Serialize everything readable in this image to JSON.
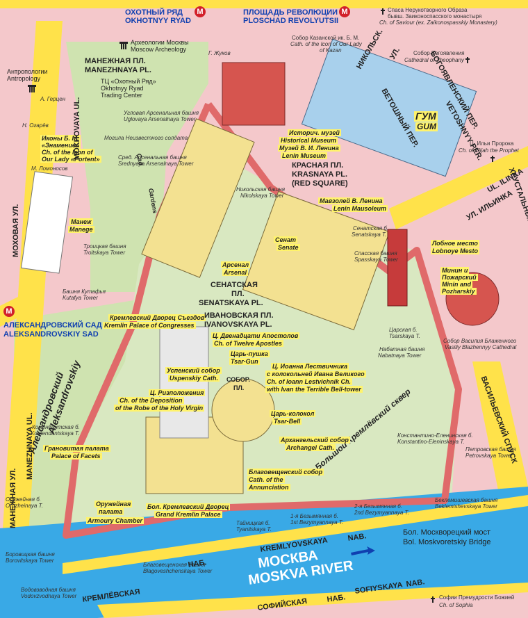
{
  "colors": {
    "background": "#f4c8cb",
    "park": "#cfe3b0",
    "road": "#ffe24a",
    "river": "#39a9e6",
    "wall": "#e06a6a",
    "building": "#f3e191",
    "metro": "#d2202a",
    "metro_text": "#1040b0"
  },
  "metro": {
    "okhotny_ru": "ОХОТНЫЙ РЯД",
    "okhotny_en": "OKHOTNYY RYAD",
    "revolution_ru": "ПЛОЩАДЬ РЕВОЛЮЦИИ",
    "revolution_en": "PLOSCHAD REVOLYUTSII",
    "aleks_ru": "АЛЕКСАНДРОВСКИЙ САД",
    "aleks_en": "ALEKSANDROVSKIY SAD",
    "symbol": "M"
  },
  "labels": {
    "saviour_ru": "Спаса Нерукотворного Образа",
    "saviour_ru2": "бывш. Заиконоспасского монастыря",
    "saviour_en": "Ch. of Saviour (ex. Zaikonospasskiy Monastery)",
    "theophany_ru": "Собор Богоявления",
    "theophany_en": "Cathedral of Theophany",
    "archeology_ru": "Археологии Москвы",
    "archeology_en": "Moscow Archeology",
    "manezhnaya_ru": "МАНЕЖНАЯ ПЛ.",
    "manezhnaya_en": "MANEZHNAYA PL.",
    "okhotny_tc_ru": "ТЦ «Охотный Ряд»",
    "okhotny_tc_en1": "Okhotnyy Ryad",
    "okhotny_tc_en2": "Trading Center",
    "anthropology_ru": "Антропологии",
    "anthropology_en": "Antropology",
    "gertsen": "А. Герцен",
    "ogarev": "Н. Огарёв",
    "lomonosov": "М. Ломоносов",
    "kazan_ru": "Собор Казанской ик. Б. М.",
    "kazan_en1": "Cath. of the Icon of Our Lady",
    "kazan_en2": "of Kazan",
    "zhukov": "Г. Жуков",
    "znamenie_ru": "Иконы Б. М.",
    "znamenie_ru2": "«Знамение»",
    "znamenie_en1": "Ch. of the Icon of",
    "znamenie_en2": "Our Lady «Portent»",
    "uglovaya_ru": "Угловая Арсенальная башня",
    "uglovaya_en": "Uglovaya Arsenalnaya Tower",
    "unknown_soldier": "Могила Неизвестного солдата",
    "sredn_ru": "Сред. Арсенальная башня",
    "sredn_en": "Srednyaya Arsenalnaya Tower",
    "hist_ru1": "Историч. музей",
    "hist_en": "Historical Museum",
    "lenin_mus_ru": "Музей В. И. Ленина",
    "lenin_mus_en": "Lenin Museum",
    "red_sq_ru": "КРАСНАЯ ПЛ.",
    "red_sq_en1": "KRASNAYA PL.",
    "red_sq_en2": "(RED SQUARE)",
    "gum_ru": "ГУМ",
    "gum_en": "GUM",
    "elijah_ru": "Ц. Ильи Пророка",
    "elijah_en": "Ch. of Elijah the Prophet",
    "nikol_tower_ru": "Никольская башня",
    "nikol_tower_en": "Nikolskaya Tower",
    "mausoleum_ru": "Мавзолей В. Ленина",
    "mausoleum_en": "Lenin Mausoleum",
    "senat_tower_ru": "Сенатская б.",
    "senat_tower_en": "Senatskaya T.",
    "spass_tower_ru": "Спасская башня",
    "spass_tower_en": "Spasskaya Tower",
    "lobnoe_ru": "Лобное место",
    "lobnoe_en": "Lobnoye Mesto",
    "minin_ru1": "Минин и",
    "minin_ru2": "Пожарский",
    "minin_en1": "Minin and",
    "minin_en2": "Pozharskiy",
    "manege_ru": "Манеж",
    "manege_en": "Manege",
    "garden_1": "Сад",
    "garden_2": "Gardens",
    "troitskaya_ru": "Троицкая башня",
    "troitskaya_en": "Troitskaya Tower",
    "kutafya_ru": "Башня Кутафья",
    "kutafya_en": "Kutafya Tower",
    "arsenal_ru": "Арсенал",
    "arsenal_en": "Arsenal",
    "senat_ru": "Сенат",
    "senat_en": "Senate",
    "senat_sq_ru": "СЕНАТСКАЯ",
    "senat_sq_ru2": "ПЛ.",
    "senat_sq_en": "SENATSKAYA PL.",
    "congress_ru": "Кремлевский Дворец Съездов",
    "congress_en": "Kremlin Palace of Congresses",
    "ivan_sq_ru": "ИВАНОВСКАЯ ПЛ.",
    "ivan_sq_en": "IVANOVSKAYA PL.",
    "twelve_ru": "Ц. Двенадцати Апостолов",
    "twelve_en": "Ch. of Twelve Apostles",
    "tsar_cannon_ru": "Царь-пушка",
    "tsar_cannon_en": "Tsar-Gun",
    "uspensky_ru": "Успенский собор",
    "uspensky_en": "Uspenskiy Cath.",
    "sobor_pl_1": "СОБОР.",
    "sobor_pl_2": "ПЛ.",
    "ioann_ru1": "Ц. Иоанна Лествичника",
    "ioann_ru2": "с колокольней Ивана Великого",
    "ioann_en1": "Ch. of Ioann Lestvichnik Ch.",
    "ioann_en2": "with Ivan the Terrible Bell-tower",
    "tsarskaya_ru": "Царская б.",
    "tsarskaya_en": "Tsarskaya T.",
    "basil_ru": "Собор Василия Блаженного",
    "basil_en": "Vasiliy Blazhennyy Cathedral",
    "nabatnaya_ru": "Набатная башня",
    "nabatnaya_en": "Nabatnaya Tower",
    "robe_ru": "Ц. Ризположения",
    "robe_en1": "Ch. of the Deposition",
    "robe_en2": "of the Robe of the Holy Virgin",
    "tsar_bell_ru": "Царь-колокол",
    "tsar_bell_en": "Tsar-Bell",
    "alex_garden_ru": "Александровский",
    "alex_garden_en": "Aleksandrovskiy",
    "big_kremlin_sq": "Большой Кремлёвский сквер",
    "komend_ru": "Комендантская б.",
    "komend_en": "Komendantskaya T.",
    "facets_ru": "Грановитая палата",
    "facets_en": "Palace of Facets",
    "archangel_ru": "Архангельский собор",
    "archangel_en": "Archangel Cath.",
    "konst_ru": "Константино-Еленинская б.",
    "konst_en": "Konstantino-Eleninskaya T.",
    "petrov_ru": "Петровская башня",
    "petrov_en": "Petrovskaya Tower",
    "annunc_ru": "Благовещенский собор",
    "annunc_en1": "Cath. of the",
    "annunc_en2": "Annunciation",
    "oruzh_t_ru": "Оружейная б.",
    "oruzh_t_en": "Oruzheinaya T.",
    "armoury_ru1": "Оружейная",
    "armoury_ru2": "палата",
    "armoury_en": "Armoury Chamber",
    "gkp_ru": "Бол. Кремлевский Дворец",
    "gkp_en": "Grand Kremlin Palace",
    "tainitskaya_ru": "Тайницкая б.",
    "tainitskaya_en": "Tyanitskaya T.",
    "bez1_ru": "1-я Безымянная б.",
    "bez1_en": "1st Bezymyannaya T.",
    "bez2_ru": "2-я Безымянная б.",
    "bez2_en": "2nd Bezymyannaya T.",
    "beklem_ru": "Беклемишевская башня",
    "beklem_en": "Beklemishevskaya Tower",
    "bridge_ru": "Бол. Москворецкий мост",
    "bridge_en": "Bol. Moskvoretskiy Bridge",
    "borov_ru": "Боровицкая башня",
    "borov_en": "Borovitskaya Tower",
    "blagov_ru": "Благовещенская башня",
    "blagov_en": "Blagoveshchenskaya Tower",
    "vodov_ru": "Водовзводная башня",
    "vodov_en": "Vodovzvodnaya Tower",
    "sophia_ru": "Софии Премудрости Божией",
    "sophia_en": "Ch. of Sophia",
    "river_ru": "МОСКВА",
    "river_en": "MOSKVA RIVER"
  },
  "streets": {
    "mokhovaya_en": "MOKHOVAYA UL.",
    "mokhovaya_ru": "МОХОВАЯ УЛ.",
    "nikol_ru": "НИКОЛЬСК.",
    "nikol_ru2": "УЛ.",
    "bogoyav": "БОГОЯВЛЕНСКИЙ ПЕР.",
    "vetoshny_ru": "ВЕТОШНЫЙ ПЕР.",
    "vetoshny_en": "VETOSHNYY PER.",
    "ilyinka_ru": "УЛ. ИЛЬИНКА",
    "ilyinka_en": "UL. ILINKA",
    "khrust": "ХРУСТАЛЬНЫЙ ПЕР.",
    "manezh_ul_ru": "МАНЕЖНАЯ УЛ.",
    "manezh_ul_en": "MANEZHNAYA UL.",
    "vasil_ru": "ВАСИЛЬЕВСКИЙ СПУСК",
    "kreml_ru": "КРЕМЛЁВСКАЯ",
    "nab1": "НАБ.",
    "kreml_en": "KREMLYOVSKAYA",
    "nab_en": "NAB.",
    "sofi_ru": "СОФИЙСКАЯ",
    "nab2": "НАБ.",
    "sofi_en": "SOFIYSKAYA",
    "nab_en2": "NAB."
  },
  "icons": [
    "metro-icon",
    "cross-icon",
    "museum-icon",
    "monument-icon",
    "river-arrow-icon"
  ]
}
